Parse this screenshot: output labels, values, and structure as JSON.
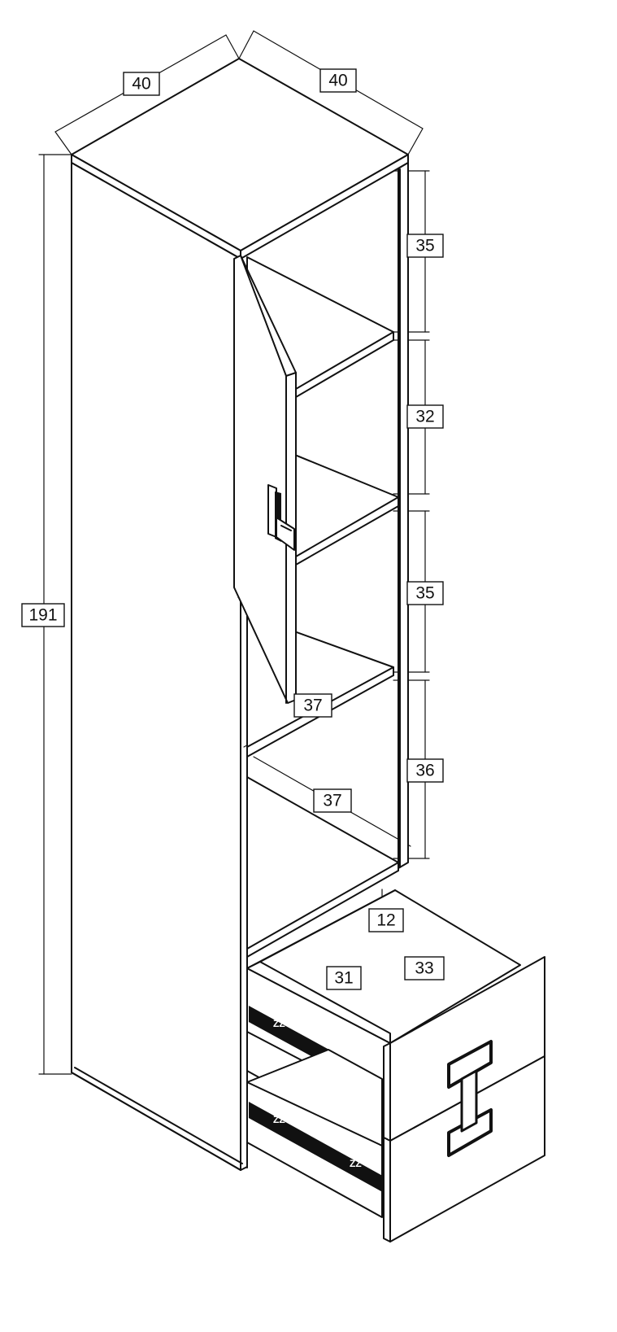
{
  "title": "",
  "dimensions": {
    "top_depth": "40",
    "top_width": "40",
    "overall_height": "191",
    "shelf_1_height": "35",
    "shelf_2_height": "32",
    "shelf_3_height": "35",
    "shelf_4_height": "36",
    "inner_width_upper": "37",
    "inner_width_lower": "37",
    "drawer_height": "12",
    "drawer_inner_width": "31",
    "drawer_inner_depth": "33"
  },
  "drawer_slide_labels": [
    "ZZ",
    "ZZ"
  ],
  "colors": {
    "line": "#111111",
    "background": "#ffffff"
  }
}
